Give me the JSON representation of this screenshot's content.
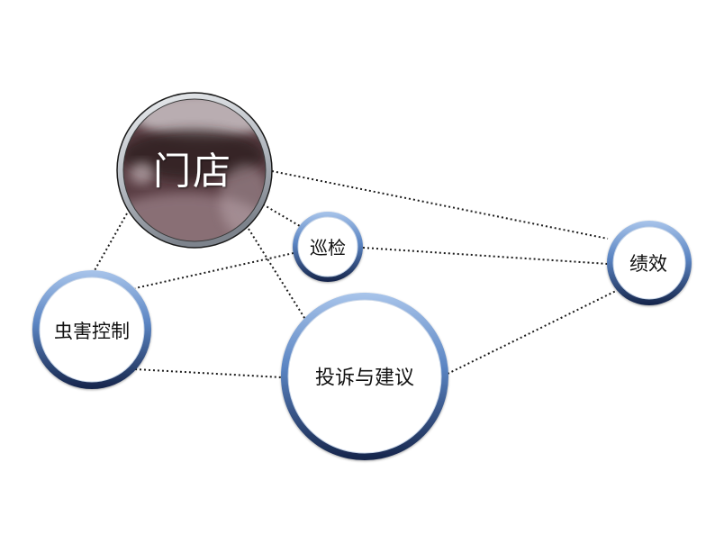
{
  "nodes": [
    {
      "label": "门店"
    },
    {
      "label": "巡检"
    },
    {
      "label": "绩效"
    },
    {
      "label": "虫害控制"
    },
    {
      "label": "投诉与建议"
    }
  ],
  "edges": [
    [
      0,
      2
    ],
    [
      0,
      1
    ],
    [
      0,
      3
    ],
    [
      0,
      4
    ],
    [
      1,
      2
    ],
    [
      1,
      3
    ],
    [
      3,
      4
    ],
    [
      4,
      2
    ]
  ],
  "colors": {
    "ring_light": "#a8c4ea",
    "ring_mid": "#5a84c2",
    "ring_dark": "#15244a",
    "silver_light": "#eef0f2",
    "silver_dark": "#7d838c",
    "photo_tone": "#5b3f45",
    "edge_dots": "#1c1c1c",
    "store_label": "#ffffff",
    "label": "#111111"
  }
}
